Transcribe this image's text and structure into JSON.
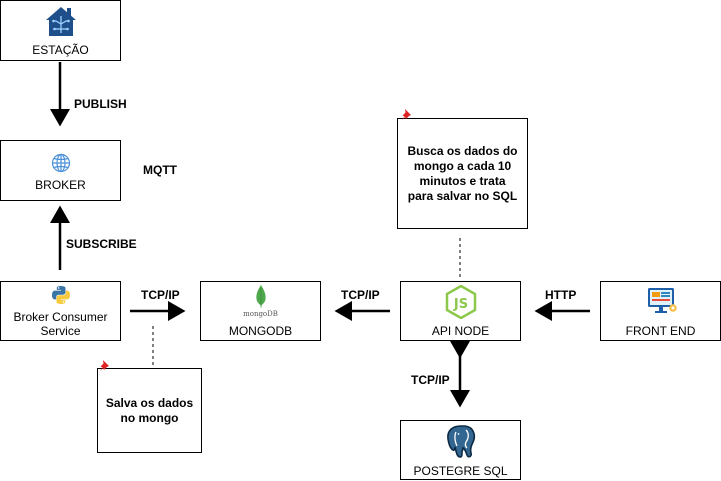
{
  "nodes": {
    "estacao": {
      "label": "ESTAÇÃO"
    },
    "broker": {
      "label": "BROKER"
    },
    "consumer": {
      "label": "Broker Consumer Service"
    },
    "mongodb": {
      "label": "MONGODB",
      "logo_text": "mongoDB"
    },
    "api_node": {
      "label": "API NODE"
    },
    "front_end": {
      "label": "FRONT END"
    },
    "postgres": {
      "label": "POSTEGRE SQL"
    }
  },
  "edges": {
    "publish": "PUBLISH",
    "mqtt": "MQTT",
    "subscribe": "SUBSCRIBE",
    "consumer_mongo": "TCP/IP",
    "api_mongo": "TCP/IP",
    "front_api": "HTTP",
    "api_postgres": "TCP/IP"
  },
  "notes": {
    "api_note": "Busca os dados do mongo a cada 10 minutos e trata para salvar no SQL",
    "consumer_note": "Salva os dados no mongo"
  },
  "colors": {
    "house_icon": "#1e4f8a",
    "globe_icon": "#4a90d9",
    "python_blue": "#3b74a7",
    "python_yellow": "#f7c93e",
    "mongo_green": "#4ea94b",
    "node_green": "#8cc84b",
    "pin_red": "#e02424",
    "postgres_blue": "#336791"
  }
}
